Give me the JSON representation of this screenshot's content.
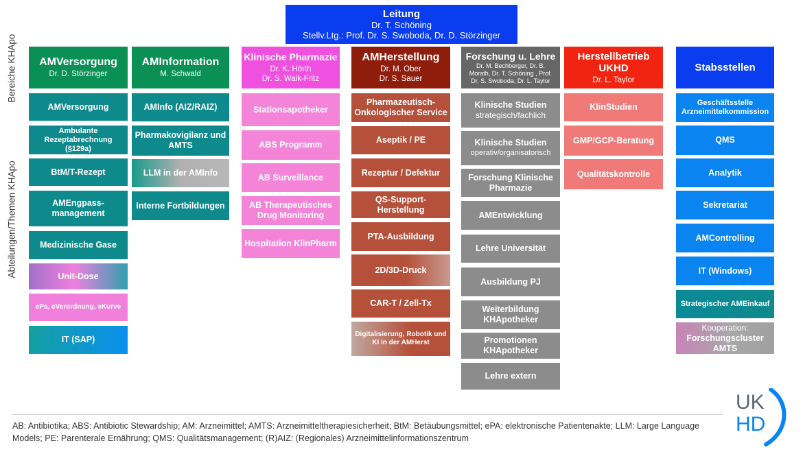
{
  "leitung": {
    "title": "Leitung",
    "line1": "Dr. T. Schöning",
    "line2": "Stellv.Ltg.: Prof. Dr. S. Swoboda, Dr. D. Störzinger",
    "color": "#0a3cf0"
  },
  "side_labels": {
    "bereiche": "Bereiche KHApo",
    "abteilungen": "Abteilungen/Themen KHApo"
  },
  "columns": [
    {
      "title": "AMVersorgung",
      "sub": "Dr. D. Störzinger",
      "head_color": "#0a8f55",
      "items": [
        "AMVersorgung",
        "Ambulante Rezeptabrechnung (§129a)",
        "BtM/T-Rezept",
        "AMEngpass-management",
        "Medizinische Gase",
        "Unit-Dose",
        "ePa, eVerordnung, eKurve",
        "IT (SAP)"
      ]
    },
    {
      "title": "AMInformation",
      "sub": "M. Schwald",
      "head_color": "#0a8f55",
      "items": [
        "AMInfo (AIZ/RAIZ)",
        "Pharmakovigilanz und AMTS",
        "LLM in der AMInfo",
        "Interne Fortbildungen"
      ]
    },
    {
      "title": "Klinische Pharmazie",
      "sub1": "Dr. K. Hörth",
      "sub2": "Dr. S. Walk-Fritz",
      "head_color": "#f050e0",
      "items": [
        "Stationsapotheker",
        "ABS Programm",
        "AB Surveillance",
        "AB Therapeutisches Drug Monitoring",
        "Hospitation KlinPharm"
      ]
    },
    {
      "title": "AMHerstellung",
      "sub1": "Dr. M. Ober",
      "sub2": "Dr. S. Sauer",
      "head_color": "#8f1d0c",
      "items": [
        "Pharmazeutisch-Onkologischer Service",
        "Aseptik / PE",
        "Rezeptur / Defektur",
        "QS-Support-Herstellung",
        "PTA-Ausbildung",
        "2D/3D-Druck",
        "CAR-T / Zell-Tx",
        "Digitalisierung, Robotik und KI in der AMHerst"
      ]
    },
    {
      "title": "Forschung u. Lehre",
      "sub1": "Dr. M. Bechberger, Dr. B.",
      "sub2": "Morath, Dr. T. Schöning , Prof.",
      "sub3": "Dr. S. Swoboda, Dr. L. Taylor",
      "head_color": "#666666",
      "items": [
        {
          "main": "Klinische Studien",
          "sub": "strategisch/fachlich"
        },
        {
          "main": "Klinische Studien",
          "sub": "operativ/organisatorisch"
        },
        {
          "main": "Forschung Klinische Pharmazie"
        },
        {
          "main": "AMEntwicklung"
        },
        {
          "main": "Lehre Universität"
        },
        {
          "main": "Ausbildung PJ"
        },
        {
          "main": "Weiterbildung KHApotheker"
        },
        {
          "main": "Promotionen KHApotheker"
        },
        {
          "main": "Lehre extern"
        }
      ]
    },
    {
      "title": "Herstellbetrieb UKHD",
      "sub": "Dr. L. Taylor",
      "head_color": "#f02410",
      "items": [
        "KlinStudien",
        "GMP/GCP-Beratung",
        "Qualitätskontrolle"
      ]
    },
    {
      "title": "Stabsstellen",
      "head_color": "#0a3cf0",
      "items": [
        "Geschäftsstelle Arzneimittelkommission",
        "QMS",
        "Analytik",
        "Sekretariat",
        "AMControlling",
        "IT (Windows)",
        "Strategischer AMEinkauf"
      ],
      "last_line1": "Kooperation:",
      "last_line2": "Forschungscluster AMTS"
    }
  ],
  "footer": "AB: Antibiotika; ABS: Antibiotic Stewardship; AM: Arzneimittel; AMTS: Arzneimitteltherapiesicherheit; BtM: Betäubungsmittel; ePA: elektronische Patientenakte; LLM: Large Language Models; PE: Parenterale Ernährung; QMS: Qualitätsmanagement; (R)AIZ: (Regionales) Arzneimittelinformationszentrum",
  "logo": {
    "line1": "UK",
    "line2": "HD",
    "accent": "#0a84f0"
  }
}
